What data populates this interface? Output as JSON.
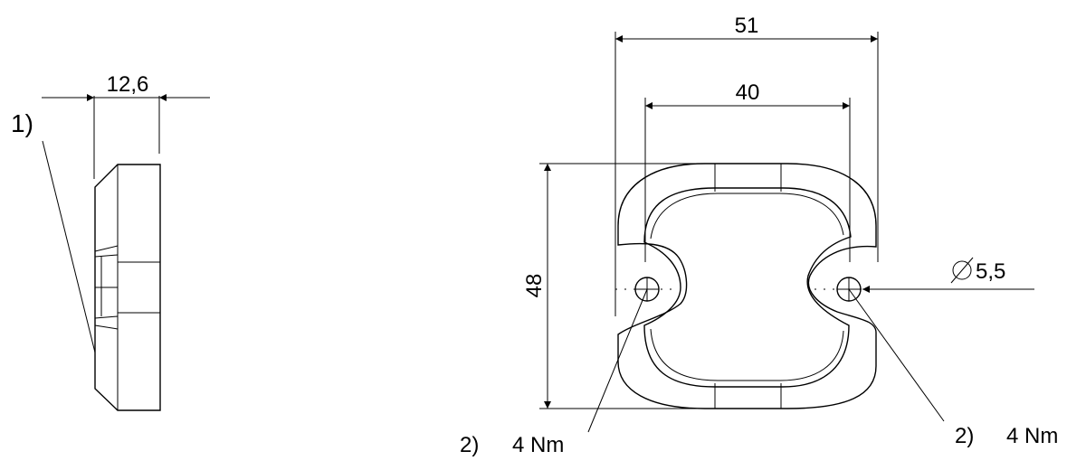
{
  "side_view": {
    "width_dim": "12,6",
    "note_label": "1)"
  },
  "front_view": {
    "outer_width_dim": "51",
    "hole_spacing_dim": "40",
    "height_dim": "48",
    "hole_diameter_dim": "5,5",
    "note_left": "2)",
    "torque_left": "4 Nm",
    "note_right": "2)",
    "torque_right": "4 Nm"
  },
  "colors": {
    "line": "#000000",
    "background": "#ffffff"
  }
}
